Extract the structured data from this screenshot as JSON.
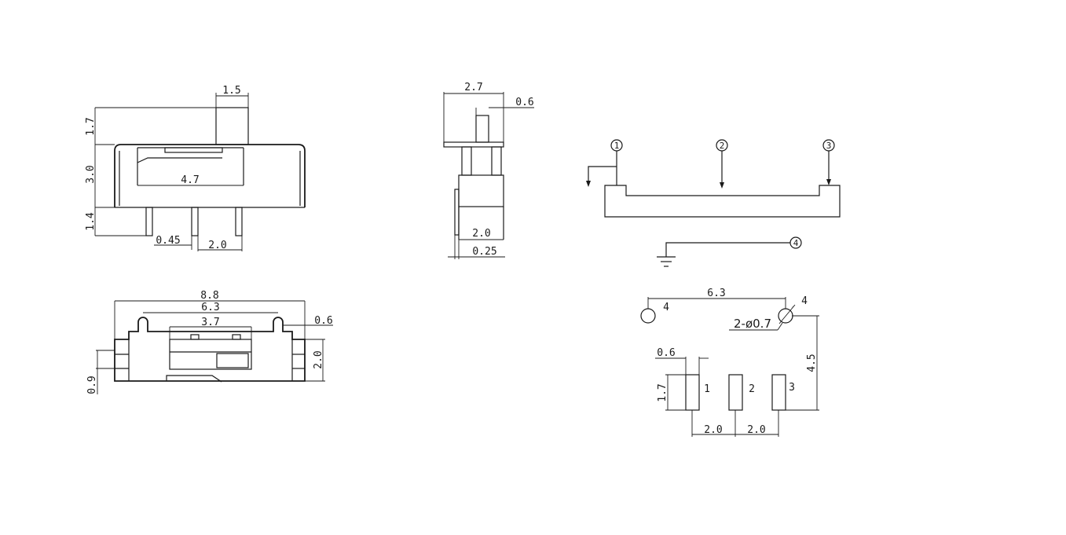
{
  "front_view": {
    "dims": {
      "width_actuator": "1.5",
      "h_actuator": "1.7",
      "h_body": "3.0",
      "h_pins": "1.4",
      "inner_len": "4.7",
      "pin_width": "0.45",
      "pin_pitch": "2.0"
    }
  },
  "side_view": {
    "dims": {
      "width": "2.7",
      "actuator": "0.6",
      "body": "2.0",
      "thickness": "0.25"
    }
  },
  "top_view": {
    "dims": {
      "total": "8.8",
      "post_pitch": "6.3",
      "slot": "3.7",
      "post_dia": "0.6",
      "depth": "2.0",
      "offset": "0.9"
    }
  },
  "schematic": {
    "terminals": [
      "1",
      "2",
      "3",
      "4"
    ]
  },
  "footprint": {
    "dims": {
      "hole_pitch": "6.3",
      "hole_label": "2-ø0.7",
      "pad_width": "0.6",
      "pad_height": "1.7",
      "vertical": "4.5",
      "pad_pitch_a": "2.0",
      "pad_pitch_b": "2.0"
    },
    "hole_labels": [
      "4",
      "4"
    ],
    "pad_labels": [
      "1",
      "2",
      "3"
    ]
  }
}
